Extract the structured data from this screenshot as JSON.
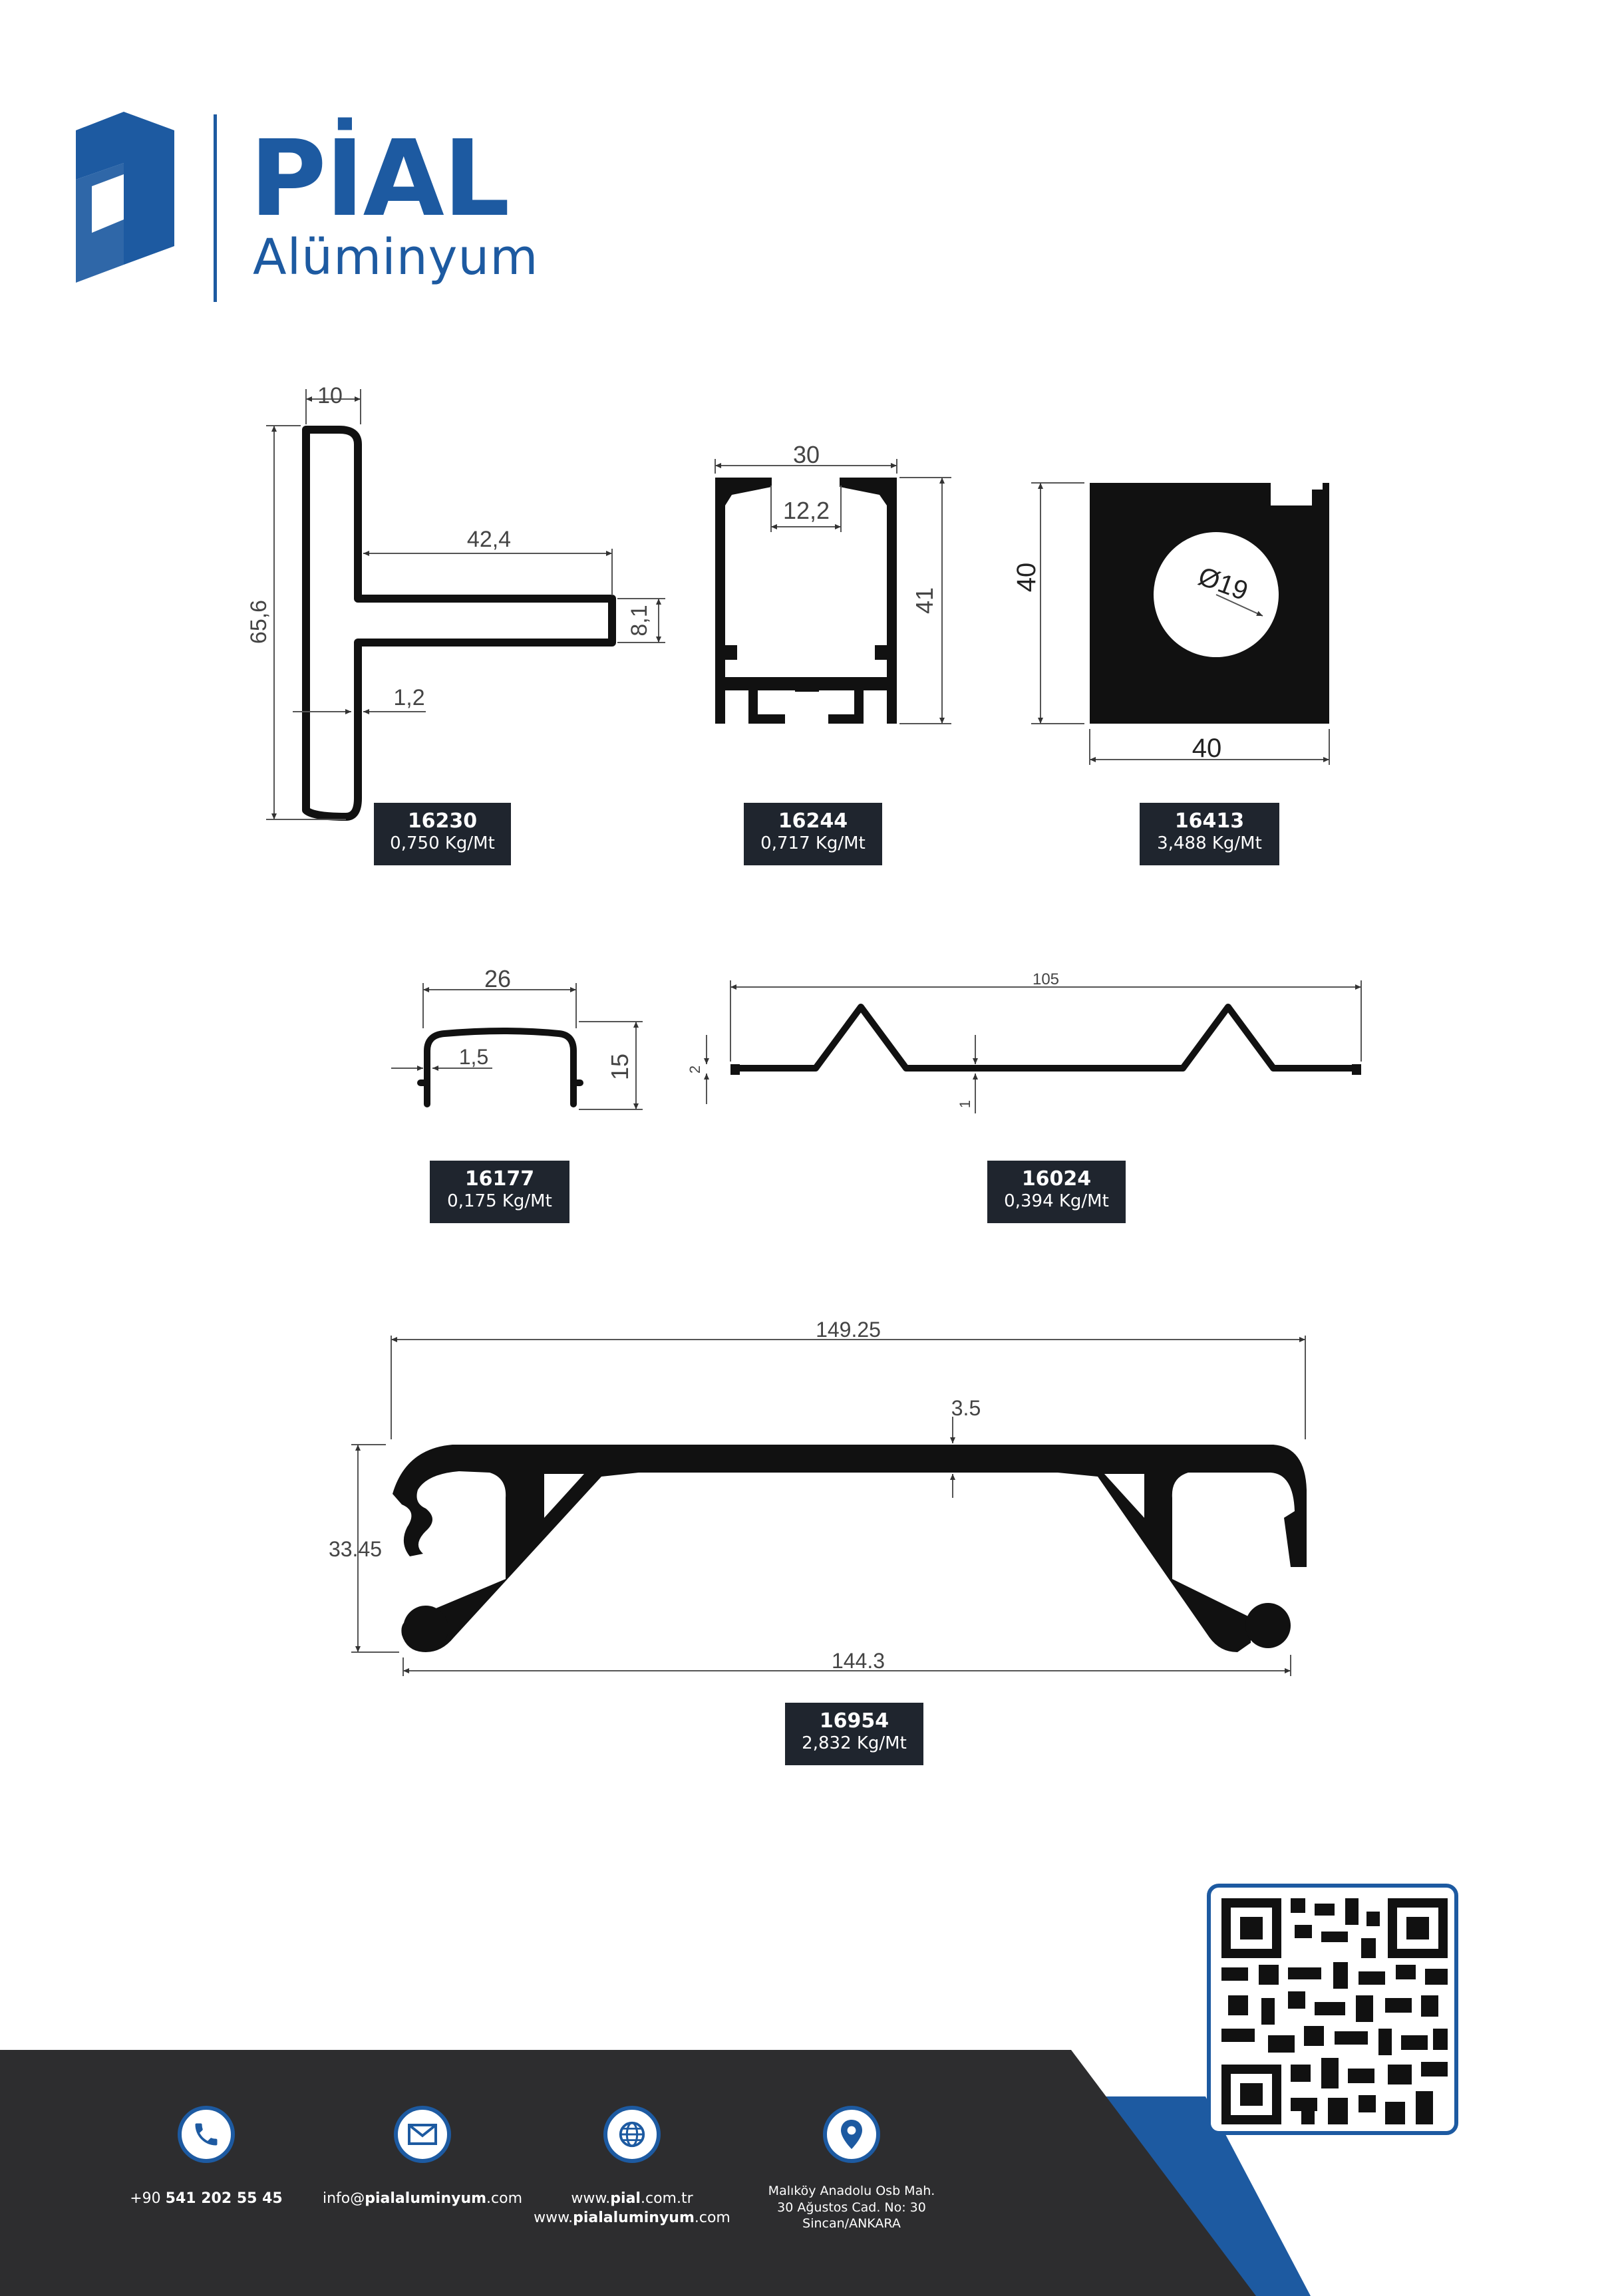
{
  "brand": {
    "name": "PİAL",
    "sub": "Alüminyum"
  },
  "profiles": [
    {
      "code": "16230",
      "weight": "0,750 Kg/Mt"
    },
    {
      "code": "16244",
      "weight": "0,717 Kg/Mt"
    },
    {
      "code": "16413",
      "weight": "3,488 Kg/Mt"
    },
    {
      "code": "16177",
      "weight": "0,175 Kg/Mt"
    },
    {
      "code": "16024",
      "weight": "0,394 Kg/Mt"
    },
    {
      "code": "16954",
      "weight": "2,832 Kg/Mt"
    }
  ],
  "dims": {
    "p16230": {
      "top": "10",
      "height": "65,6",
      "arm": "42,4",
      "armh": "8,1",
      "wall": "1,2"
    },
    "p16244": {
      "width": "30",
      "inner": "12,2",
      "height": "41"
    },
    "p16413": {
      "height": "40",
      "width": "40",
      "hole": "Ø19"
    },
    "p16177": {
      "width": "26",
      "wall": "1,5",
      "height": "15"
    },
    "p16024": {
      "width": "105",
      "h": "2",
      "t": "1"
    },
    "p16954": {
      "width": "149.25",
      "thick": "3.5",
      "height": "33.45",
      "bottom": "144.3"
    }
  },
  "footer": {
    "phone_prefix": "+90 ",
    "phone": "541 202 55 45",
    "email_user": "info@",
    "email_domain": "pialaluminyum",
    "email_tld": ".com",
    "web1_a": "www.",
    "web1_b": "pial",
    "web1_c": ".com.tr",
    "web2_a": "www.",
    "web2_b": "pialaluminyum",
    "web2_c": ".com",
    "addr1": "Malıköy Anadolu Osb Mah.",
    "addr2": "30 Ağustos Cad. No: 30",
    "addr3": "Sincan/ANKARA"
  },
  "colors": {
    "brand": "#1d5aa1",
    "dark": "#2d2d2f",
    "label": "#1f252e"
  }
}
